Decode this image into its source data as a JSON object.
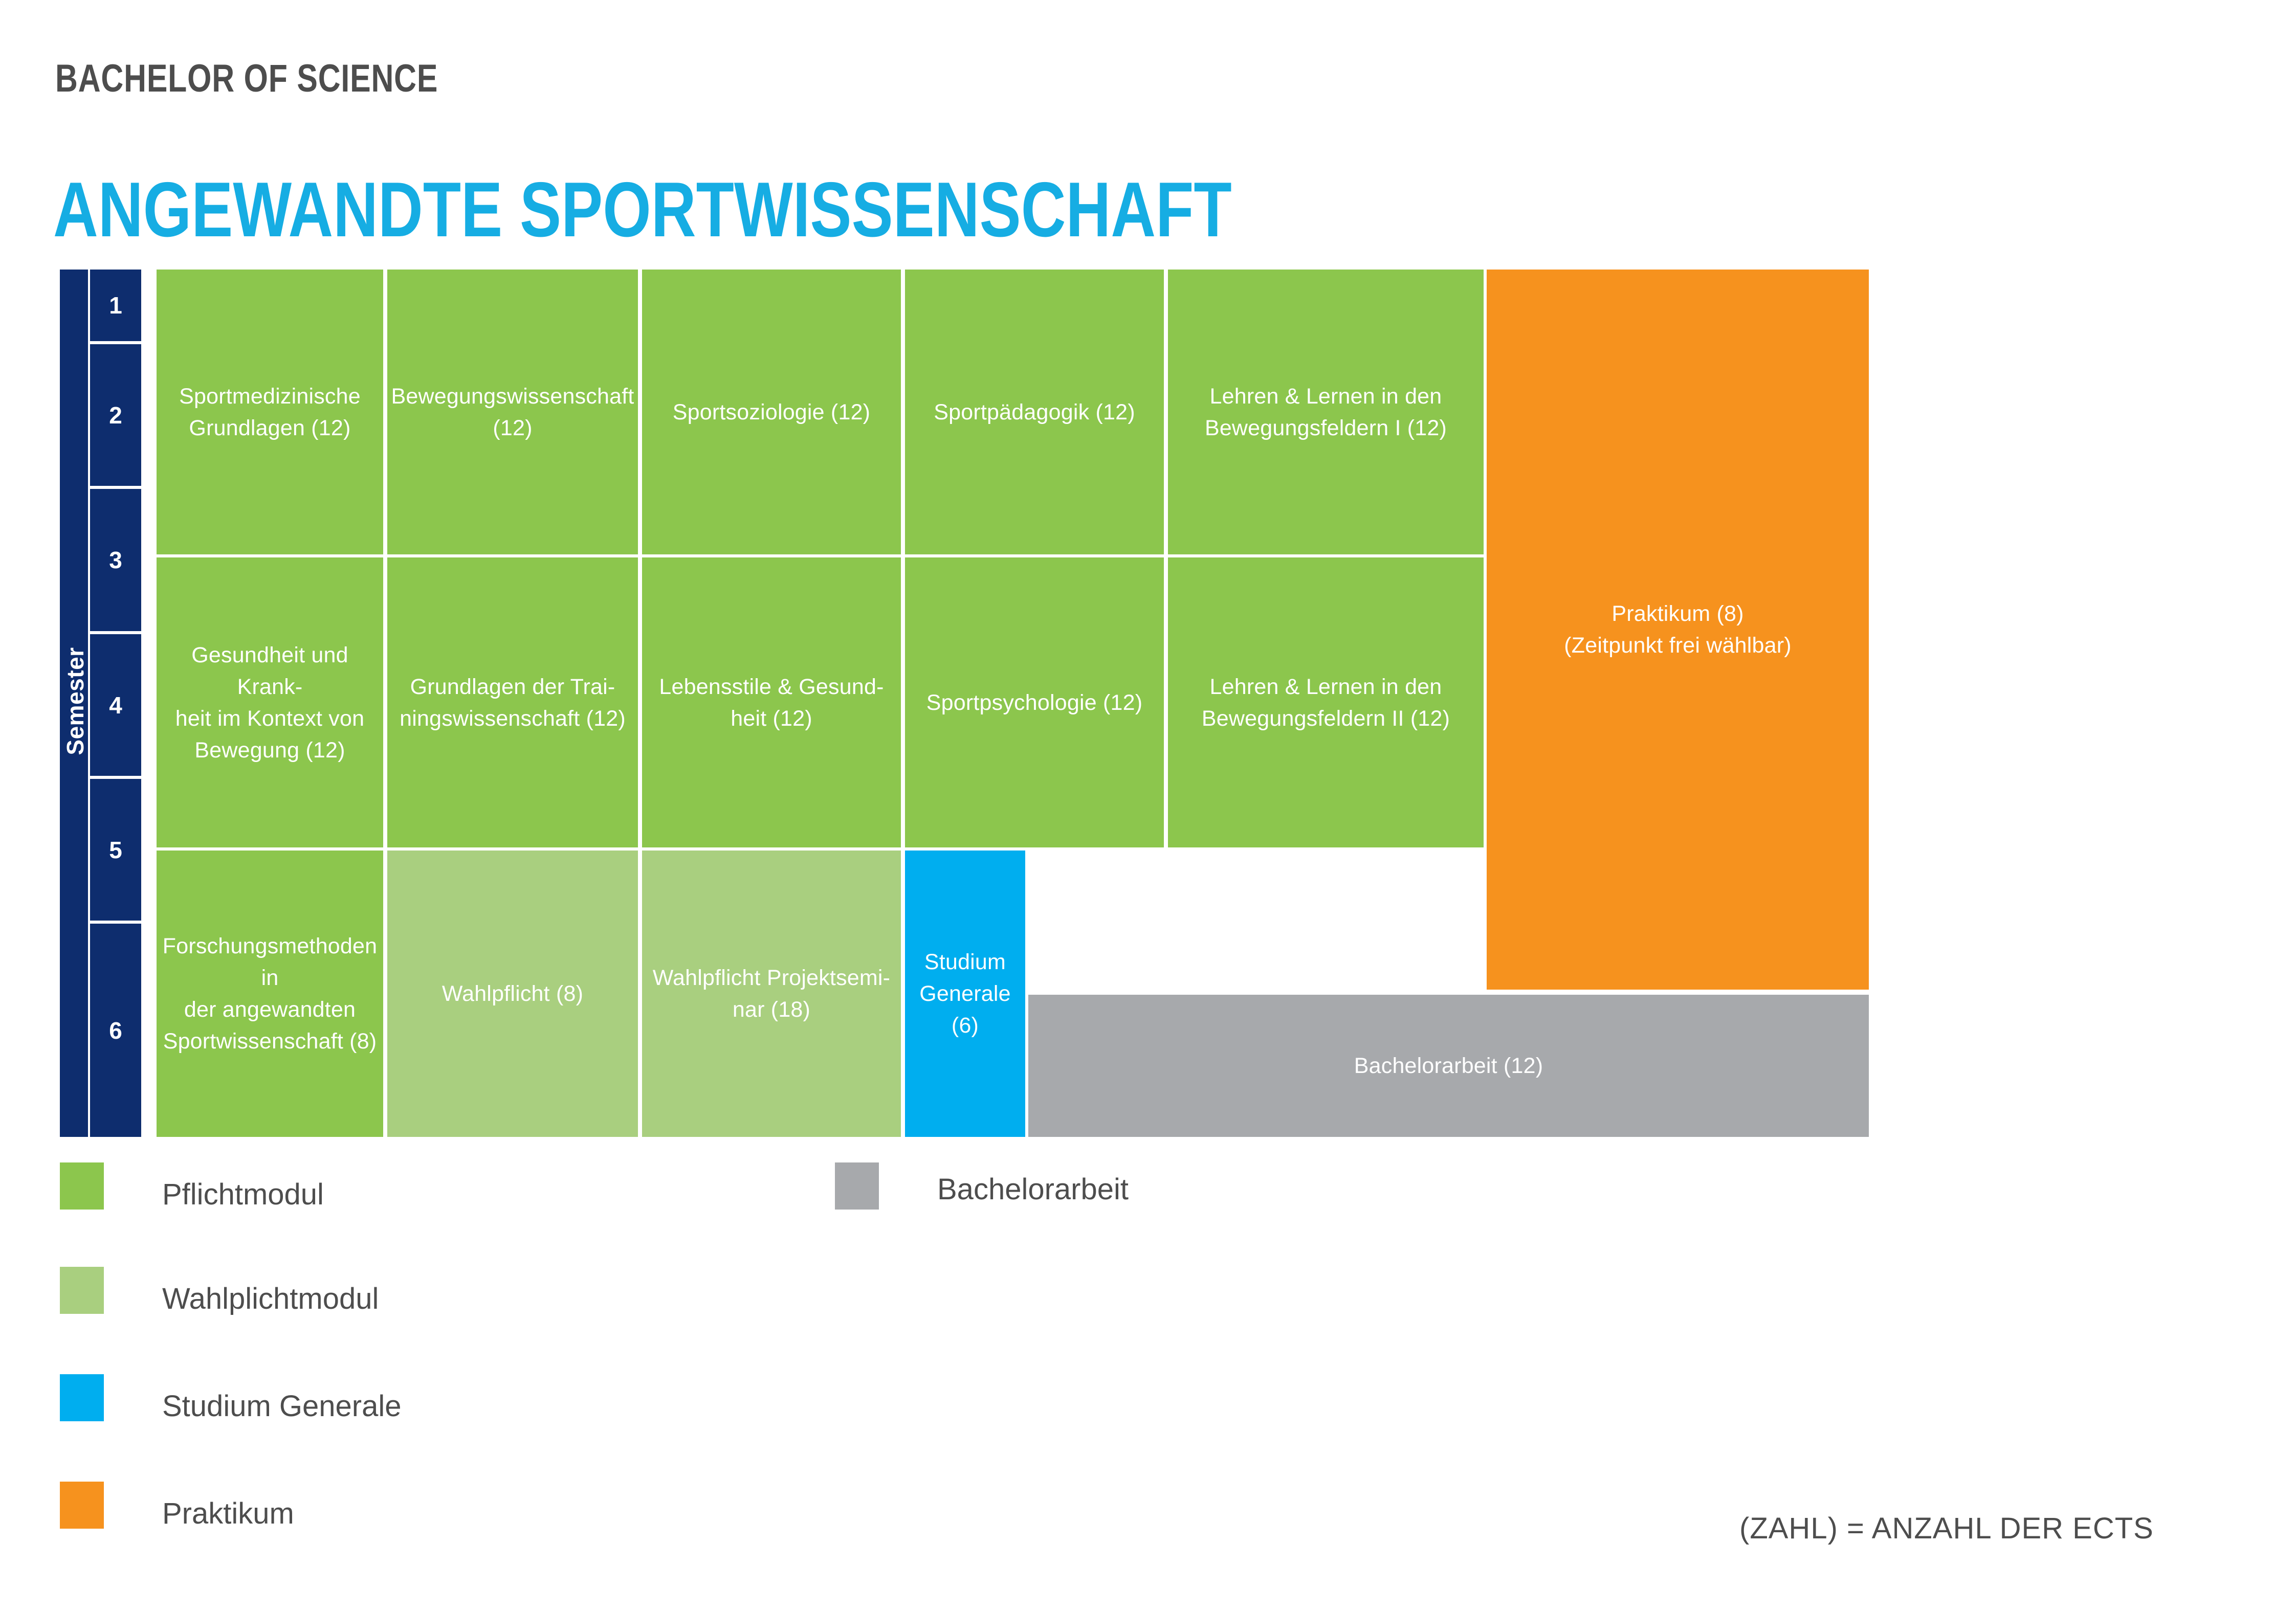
{
  "header": {
    "kicker": "BACHELOR OF SCIENCE",
    "title": "ANGEWANDTE SPORTWISSENSCHAFT"
  },
  "matrix": {
    "axis_label": "Semester",
    "semesters": [
      "1",
      "2",
      "3",
      "4",
      "5",
      "6"
    ],
    "modules": [
      {
        "label": "Sportmedizinische\nGrundlagen (12)",
        "ects": 12,
        "type": "Pflichtmodul",
        "color": "#8cc64d",
        "semesters": [
          1,
          2
        ],
        "column": 1
      },
      {
        "label": "Bewegungswissenschaft\n(12)",
        "ects": 12,
        "type": "Pflichtmodul",
        "color": "#8cc64d",
        "semesters": [
          1,
          2
        ],
        "column": 2
      },
      {
        "label": "Sportsoziologie (12)",
        "ects": 12,
        "type": "Pflichtmodul",
        "color": "#8cc64d",
        "semesters": [
          1,
          2
        ],
        "column": 3
      },
      {
        "label": "Sportpädagogik (12)",
        "ects": 12,
        "type": "Pflichtmodul",
        "color": "#8cc64d",
        "semesters": [
          1,
          2
        ],
        "column": 4
      },
      {
        "label": "Lehren & Lernen in den\nBewegungsfeldern I (12)",
        "ects": 12,
        "type": "Pflichtmodul",
        "color": "#8cc64d",
        "semesters": [
          1,
          2
        ],
        "column": 5
      },
      {
        "label": "Gesundheit und Krank-\nheit im Kontext von\nBewegung (12)",
        "ects": 12,
        "type": "Pflichtmodul",
        "color": "#8cc64d",
        "semesters": [
          3,
          4
        ],
        "column": 1
      },
      {
        "label": "Grundlagen der Trai-\nningswissenschaft (12)",
        "ects": 12,
        "type": "Pflichtmodul",
        "color": "#8cc64d",
        "semesters": [
          3,
          4
        ],
        "column": 2
      },
      {
        "label": "Lebensstile & Gesund-\nheit (12)",
        "ects": 12,
        "type": "Pflichtmodul",
        "color": "#8cc64d",
        "semesters": [
          3,
          4
        ],
        "column": 3
      },
      {
        "label": "Sportpsychologie (12)",
        "ects": 12,
        "type": "Pflichtmodul",
        "color": "#8cc64d",
        "semesters": [
          3,
          4
        ],
        "column": 4
      },
      {
        "label": "Lehren & Lernen in den\nBewegungsfeldern II (12)",
        "ects": 12,
        "type": "Pflichtmodul",
        "color": "#8cc64d",
        "semesters": [
          3,
          4
        ],
        "column": 5
      },
      {
        "label": "Forschungsmethoden in\nder angewandten\nSportwissenschaft (8)",
        "ects": 8,
        "type": "Pflichtmodul",
        "color": "#8cc64d",
        "semesters": [
          5,
          6
        ],
        "column": 1
      },
      {
        "label": "Wahlpflicht (8)",
        "ects": 8,
        "type": "Wahlplichtmodul",
        "color": "#a9cf7f",
        "semesters": [
          5,
          6
        ],
        "column": 2
      },
      {
        "label": "Wahlpflicht Projektsemi-\nnar (18)",
        "ects": 18,
        "type": "Wahlplichtmodul",
        "color": "#a9cf7f",
        "semesters": [
          5,
          6
        ],
        "column": 3
      },
      {
        "label": "Studium\nGenerale\n(6)",
        "ects": 6,
        "type": "Studium Generale",
        "color": "#00aeef",
        "semesters": [
          5,
          6
        ],
        "column": 4
      },
      {
        "label": "Bachelorarbeit (12)",
        "ects": 12,
        "type": "Bachelorarbeit",
        "color": "#a7a9ac",
        "semesters": [
          6
        ],
        "column": "span-right"
      },
      {
        "label": "Praktikum (8)\n(Zeitpunkt frei wählbar)",
        "ects": 8,
        "type": "Praktikum",
        "color": "#f6921e",
        "semesters": [
          1,
          2,
          3,
          4,
          5
        ],
        "column": 6
      }
    ]
  },
  "legend": {
    "items": [
      {
        "label": "Pflichtmodul",
        "color": "#8cc64d"
      },
      {
        "label": "Wahlplichtmodul",
        "color": "#a9cf7f"
      },
      {
        "label": "Studium Generale",
        "color": "#00aeef"
      },
      {
        "label": "Praktikum",
        "color": "#f6921e"
      },
      {
        "label": "Bachelorarbeit",
        "color": "#a7a9ac"
      }
    ],
    "ects_note": "(ZAHL) = ANZAHL DER ECTS"
  },
  "colors": {
    "navy": "#0e2d6e",
    "cyan": "#16ade3",
    "green": "#8cc64d",
    "light_green": "#a9cf7f",
    "blue": "#00aeef",
    "orange": "#f6921e",
    "gray": "#a7a9ac",
    "text_gray": "#4d4d4d"
  }
}
